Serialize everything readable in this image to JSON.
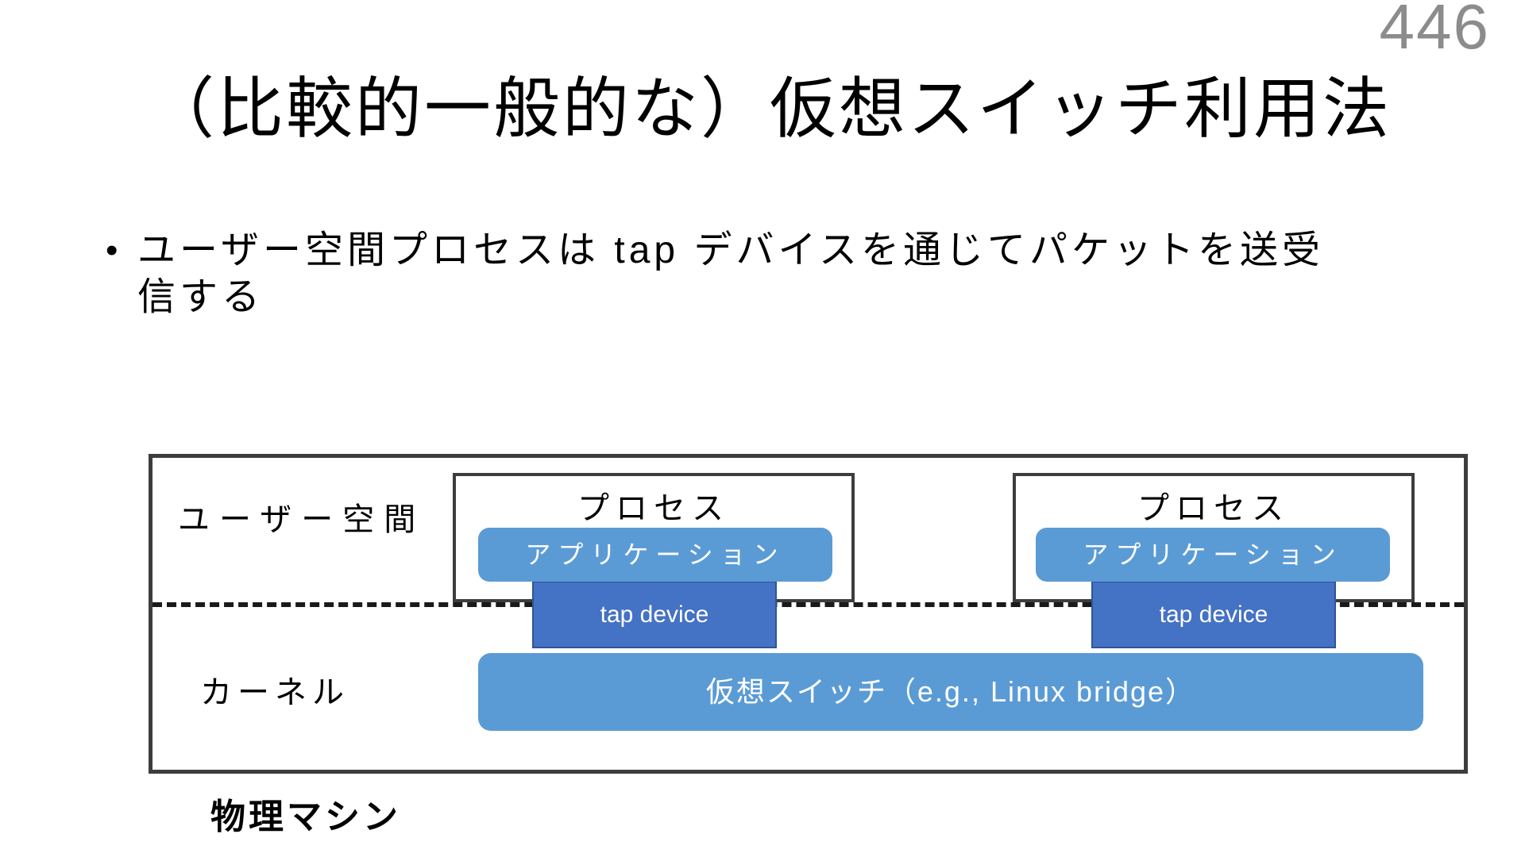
{
  "page": {
    "number": "446",
    "title": "（比較的一般的な）仮想スイッチ利用法"
  },
  "bullet": {
    "marker": "•",
    "lines": [
      "ユーザー空間プロセスは tap デバイスを通じてパケットを送受",
      "信する"
    ]
  },
  "diagram": {
    "user_space_label": "ユーザー空間",
    "kernel_label": "カーネル",
    "machine_label": "物理マシン",
    "switch_label": "仮想スイッチ（e.g., Linux bridge）",
    "processes": [
      {
        "title": "プロセス",
        "app_label": "アプリケーション",
        "tap_label": "tap device"
      },
      {
        "title": "プロセス",
        "app_label": "アプリケーション",
        "tap_label": "tap device"
      }
    ],
    "colors": {
      "light_blue": "#5b9bd5",
      "dark_blue": "#4472c4",
      "tap_border": "#2f5597",
      "box_border": "#3d3d3d",
      "page_number_gray": "#8c8c8c"
    }
  }
}
